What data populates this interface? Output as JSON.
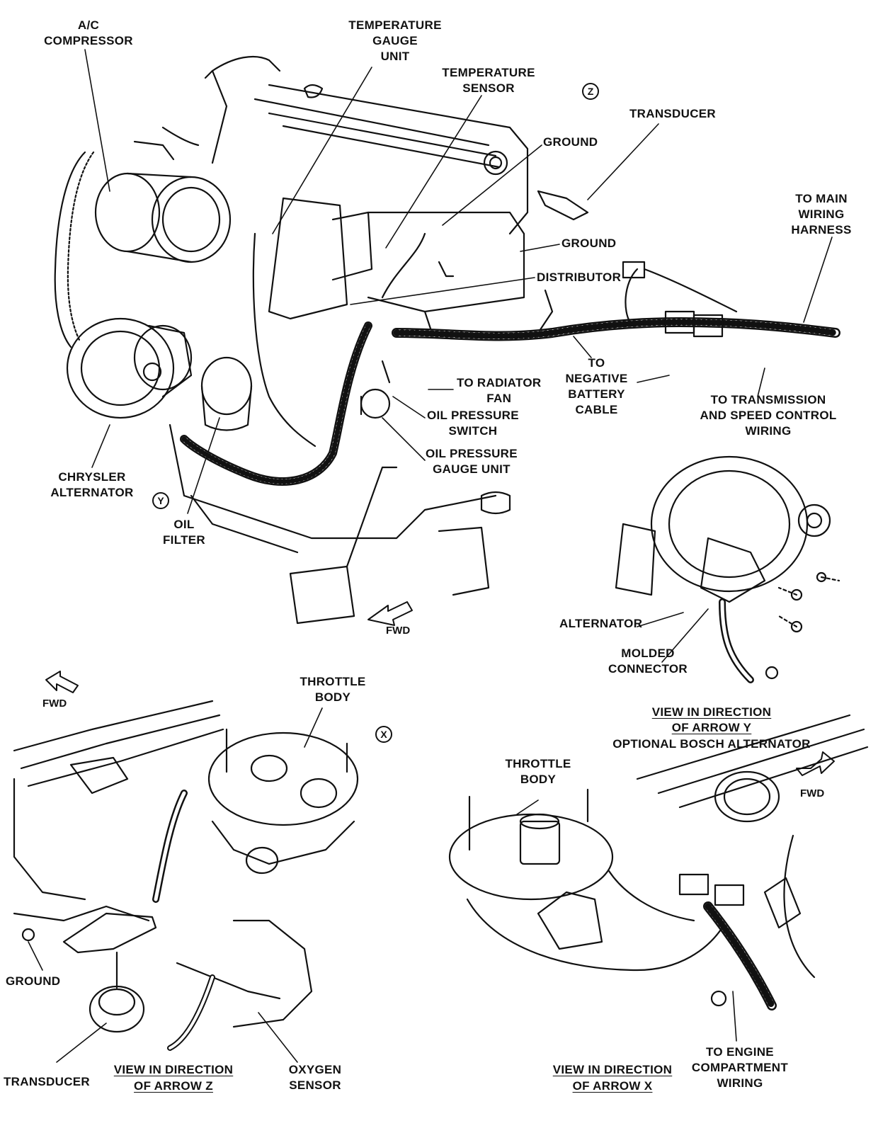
{
  "labels": {
    "ac_compressor": "A/C\nCOMPRESSOR",
    "temp_gauge_unit": "TEMPERATURE\nGAUGE\nUNIT",
    "temp_sensor": "TEMPERATURE\nSENSOR",
    "transducer_top": "TRANSDUCER",
    "ground_1": "GROUND",
    "ground_2": "GROUND",
    "to_main_wiring": "TO MAIN\nWIRING\nHARNESS",
    "distributor": "DISTRIBUTOR",
    "to_negative_battery": "TO\nNEGATIVE\nBATTERY\nCABLE",
    "to_radiator_fan": "TO RADIATOR\nFAN",
    "oil_pressure_switch": "OIL PRESSURE\nSWITCH",
    "oil_pressure_gauge": "OIL PRESSURE\nGAUGE UNIT",
    "to_transmission": "TO TRANSMISSION\nAND SPEED CONTROL\nWIRING",
    "chrysler_alternator": "CHRYSLER\nALTERNATOR",
    "oil_filter": "OIL\nFILTER",
    "alternator": "ALTERNATOR",
    "molded_connector": "MOLDED\nCONNECTOR",
    "view_y_1": "VIEW IN DIRECTION",
    "view_y_2": "OF ARROW Y",
    "view_y_3": "OPTIONAL BOSCH ALTERNATOR",
    "throttle_body_left": "THROTTLE\nBODY",
    "throttle_body_right": "THROTTLE\nBODY",
    "ground_bottom": "GROUND",
    "transducer_bottom": "TRANSDUCER",
    "view_z_1": "VIEW IN DIRECTION",
    "view_z_2": "OF ARROW Z",
    "oxygen_sensor": "OXYGEN\nSENSOR",
    "view_x_1": "VIEW IN DIRECTION",
    "view_x_2": "OF ARROW X",
    "to_engine_compartment": "TO ENGINE\nCOMPARTMENT\nWIRING"
  },
  "arrows": {
    "z": "Z",
    "y": "Y",
    "x": "X",
    "fwd_main": "FWD",
    "fwd_left": "FWD",
    "fwd_right": "FWD"
  },
  "colors": {
    "ink": "#111111",
    "paper": "#ffffff"
  }
}
